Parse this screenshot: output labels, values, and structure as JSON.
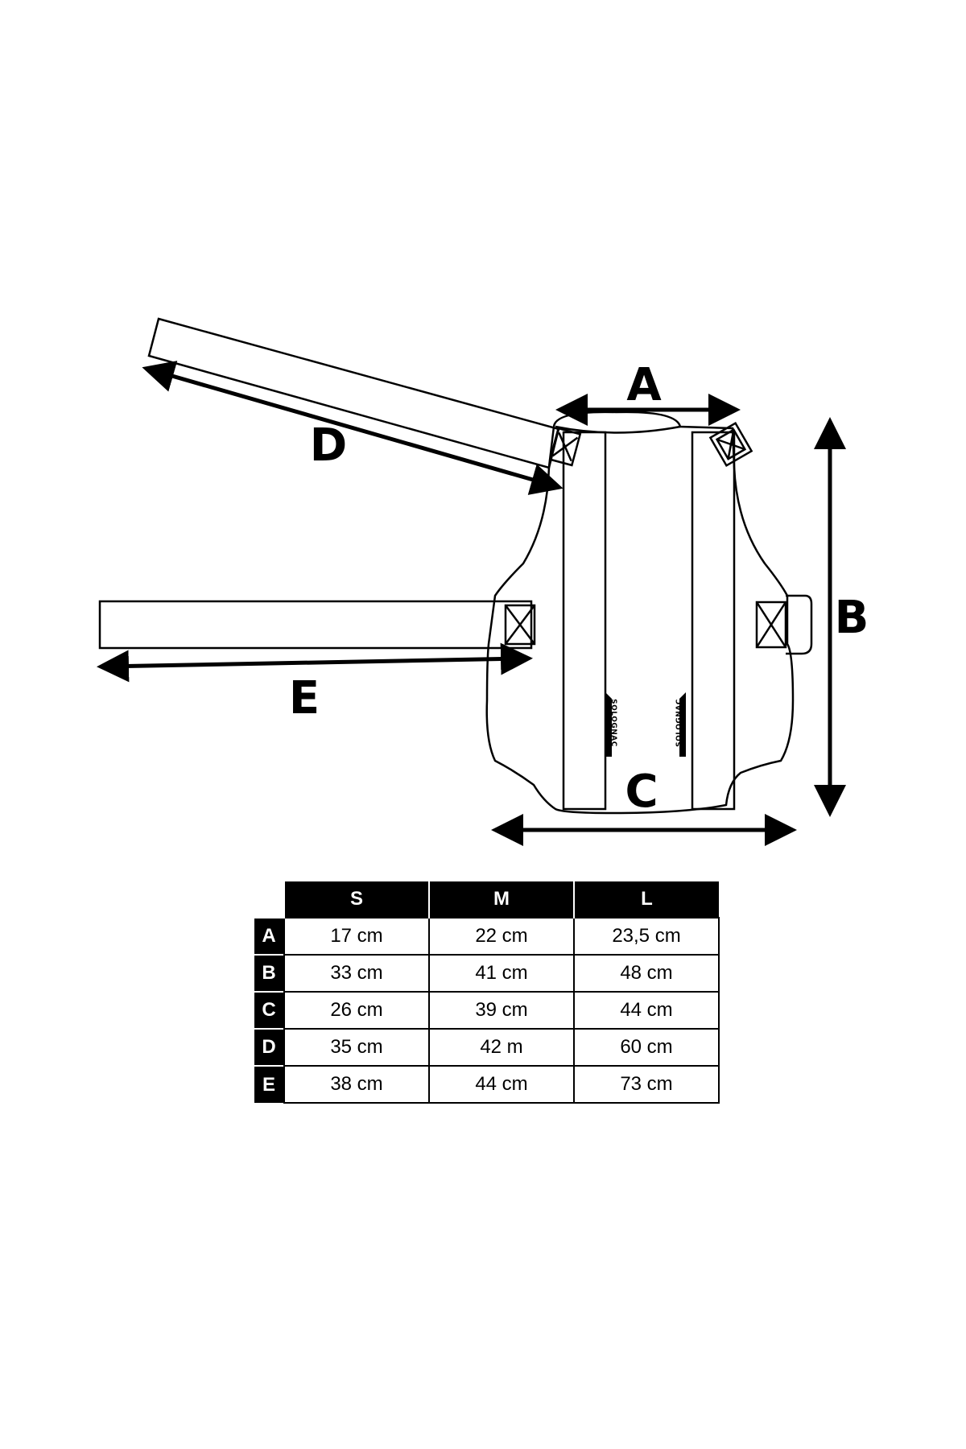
{
  "diagram": {
    "labels": {
      "a": "A",
      "b": "B",
      "c": "C",
      "d": "D",
      "e": "E"
    },
    "brand_text": "SOLOGNAC"
  },
  "size_table": {
    "columns": [
      "S",
      "M",
      "L"
    ],
    "rows": [
      {
        "label": "A",
        "values": [
          "17 cm",
          "22 cm",
          "23,5 cm"
        ]
      },
      {
        "label": "B",
        "values": [
          "33 cm",
          "41 cm",
          "48 cm"
        ]
      },
      {
        "label": "C",
        "values": [
          "26 cm",
          "39 cm",
          "44 cm"
        ]
      },
      {
        "label": "D",
        "values": [
          "35 cm",
          "42 m",
          "60 cm"
        ]
      },
      {
        "label": "E",
        "values": [
          "38 cm",
          "44 cm",
          "73 cm"
        ]
      }
    ]
  }
}
